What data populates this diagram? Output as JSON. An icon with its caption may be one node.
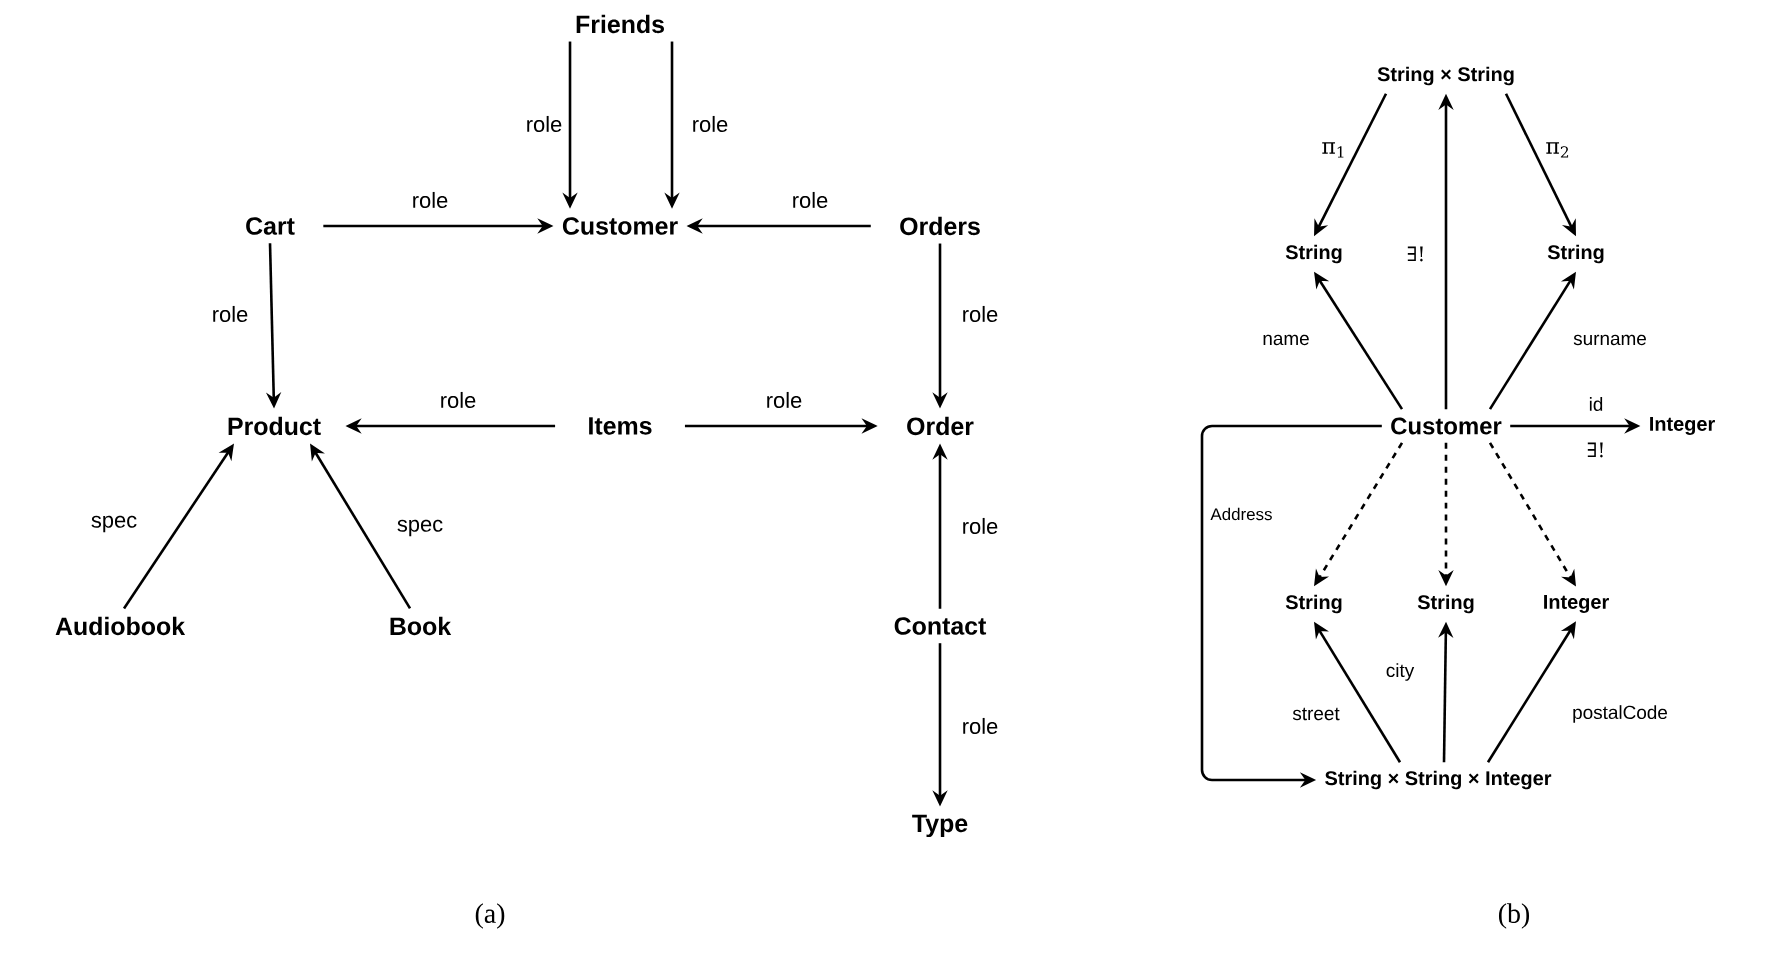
{
  "diagram": {
    "nodes": [
      {
        "text": [
          "Friends"
        ]
      },
      {
        "text": [
          "Cart"
        ]
      },
      {
        "text": [
          "Customer"
        ]
      },
      {
        "text": [
          "Orders"
        ]
      },
      {
        "text": [
          "Product"
        ]
      },
      {
        "text": [
          "Items"
        ]
      },
      {
        "text": [
          "Order"
        ]
      },
      {
        "text": [
          "Audiobook"
        ]
      },
      {
        "text": [
          "Book"
        ]
      },
      {
        "text": [
          "Contact"
        ]
      },
      {
        "text": [
          "Type"
        ]
      },
      {
        "text": [
          "String × String"
        ]
      },
      {
        "text": [
          "String"
        ]
      },
      {
        "text": [
          "String"
        ]
      },
      {
        "text": [
          "Customer"
        ]
      },
      {
        "text": [
          "Integer"
        ]
      },
      {
        "text": [
          "String"
        ]
      },
      {
        "text": [
          "String"
        ]
      },
      {
        "text": [
          "Integer"
        ]
      },
      {
        "text": [
          "String × String × Integer"
        ]
      }
    ],
    "edges": [
      {
        "from": 0,
        "to": 2,
        "arrow": "to",
        "label": "role"
      },
      {
        "from": 0,
        "to": 2,
        "arrow": "to",
        "label": "role"
      },
      {
        "from": 1,
        "to": 2,
        "arrow": "to",
        "label": "role"
      },
      {
        "from": 3,
        "to": 2,
        "arrow": "to",
        "label": "role"
      },
      {
        "from": 1,
        "to": 4,
        "arrow": "to",
        "label": "role"
      },
      {
        "from": 3,
        "to": 6,
        "arrow": "to",
        "label": "role"
      },
      {
        "from": 5,
        "to": 4,
        "arrow": "to",
        "label": "role"
      },
      {
        "from": 5,
        "to": 6,
        "arrow": "to",
        "label": "role"
      },
      {
        "from": 7,
        "to": 4,
        "arrow": "to",
        "label": "spec"
      },
      {
        "from": 8,
        "to": 4,
        "arrow": "to",
        "label": "spec"
      },
      {
        "from": 9,
        "to": 6,
        "arrow": "to",
        "label": "role"
      },
      {
        "from": 9,
        "to": 10,
        "arrow": "to",
        "label": "role"
      },
      {
        "from": 11,
        "to": 12,
        "arrow": "to",
        "label": "π$_{1}$"
      },
      {
        "from": 11,
        "to": 13,
        "arrow": "to",
        "label": "π$_{2}$"
      },
      {
        "from": 14,
        "to": 11,
        "arrow": "to",
        "label": "∃!"
      },
      {
        "from": 14,
        "to": 12,
        "arrow": "to",
        "label": "name"
      },
      {
        "from": 14,
        "to": 13,
        "arrow": "to",
        "label": "surname"
      },
      {
        "from": 14,
        "to": 15,
        "arrow": "to",
        "label": "id"
      },
      {
        "from": 14,
        "to": 16,
        "arrow": "to",
        "style": "dashed"
      },
      {
        "from": 14,
        "to": 17,
        "arrow": "to",
        "style": "dashed"
      },
      {
        "from": 14,
        "to": 18,
        "arrow": "to",
        "style": "dashed"
      },
      {
        "from": 14,
        "to": 19,
        "arrow": "to",
        "label": "Address"
      },
      {
        "from": 19,
        "to": 16,
        "arrow": "to",
        "label": "street"
      },
      {
        "from": 19,
        "to": 17,
        "arrow": "to",
        "label": "city"
      },
      {
        "from": 19,
        "to": 18,
        "arrow": "to",
        "label": "postalCode"
      }
    ],
    "labels": [
      "∃!",
      "(a)",
      "(b)"
    ]
  }
}
